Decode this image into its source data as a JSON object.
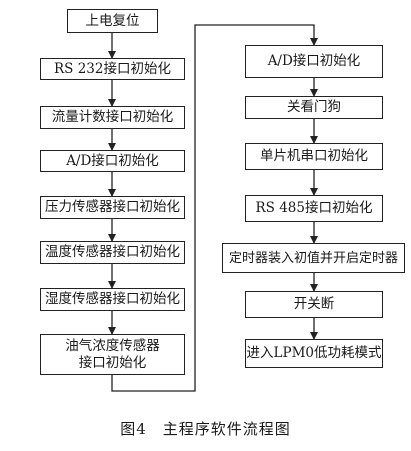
{
  "left_column": [
    {
      "id": "power-reset",
      "text": "上电复位"
    },
    {
      "id": "rs232-init",
      "text": "RS 232接口初始化"
    },
    {
      "id": "flowmeter-init",
      "text": "流量计数接口初始化"
    },
    {
      "id": "ad-init-left",
      "text": "A/D接口初始化"
    },
    {
      "id": "pressure-init",
      "text": "压力传感器接口初始化"
    },
    {
      "id": "temperature-init",
      "text": "温度传感器接口初始化"
    },
    {
      "id": "humidity-init",
      "text": "湿度传感器接口初始化"
    },
    {
      "id": "oil-gas-init",
      "text": "油气浓度传感器",
      "text2": "接口初始化"
    }
  ],
  "right_column": [
    {
      "id": "ad-init-right",
      "text": "A/D接口初始化"
    },
    {
      "id": "watchdog-off",
      "text": "关看门狗"
    },
    {
      "id": "mcu-serial-init",
      "text": "单片机串口初始化"
    },
    {
      "id": "rs485-init",
      "text": "RS 485接口初始化"
    },
    {
      "id": "timer-load",
      "text": "定时器装入初值并开启定时器"
    },
    {
      "id": "switch-off",
      "text": "开关断"
    },
    {
      "id": "lpm0-mode",
      "text": "进入LPM0低功耗模式"
    }
  ],
  "caption": "图4　主程序软件流程图"
}
